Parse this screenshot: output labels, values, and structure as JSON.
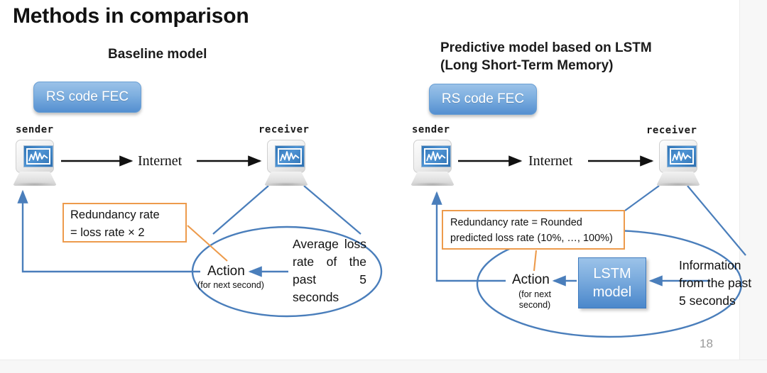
{
  "slide": {
    "title": "Methods in comparison",
    "page_number": "18",
    "accent_blue": "#4a7ebb",
    "accent_orange": "#ED9B4C",
    "button_blue": "#7fb0e0",
    "page_number_color": "#9a9a9a"
  },
  "left_panel": {
    "heading": "Baseline model",
    "fec_label": "RS code FEC",
    "sender_label": "sender",
    "receiver_label": "receiver",
    "internet_label": "Internet",
    "callout": "Redundancy rate\n= loss rate × 2",
    "action_label": "Action",
    "action_sub": "(for next second)",
    "loop_text": "Average loss rate of the past 5 seconds"
  },
  "right_panel": {
    "heading": "Predictive model based on LSTM\n(Long Short-Term Memory)",
    "fec_label": "RS code FEC",
    "sender_label": "sender",
    "receiver_label": "receiver",
    "internet_label": "Internet",
    "callout": "Redundancy rate = Rounded\npredicted loss rate (10%, …, 100%)",
    "action_label": "Action",
    "action_sub": "(for next\nsecond)",
    "lstm_label": "LSTM\nmodel",
    "loop_text": "Information from the past 5 seconds"
  },
  "icons": {
    "computer": "computer-monitor-icon",
    "waveform": "waveform-icon"
  }
}
